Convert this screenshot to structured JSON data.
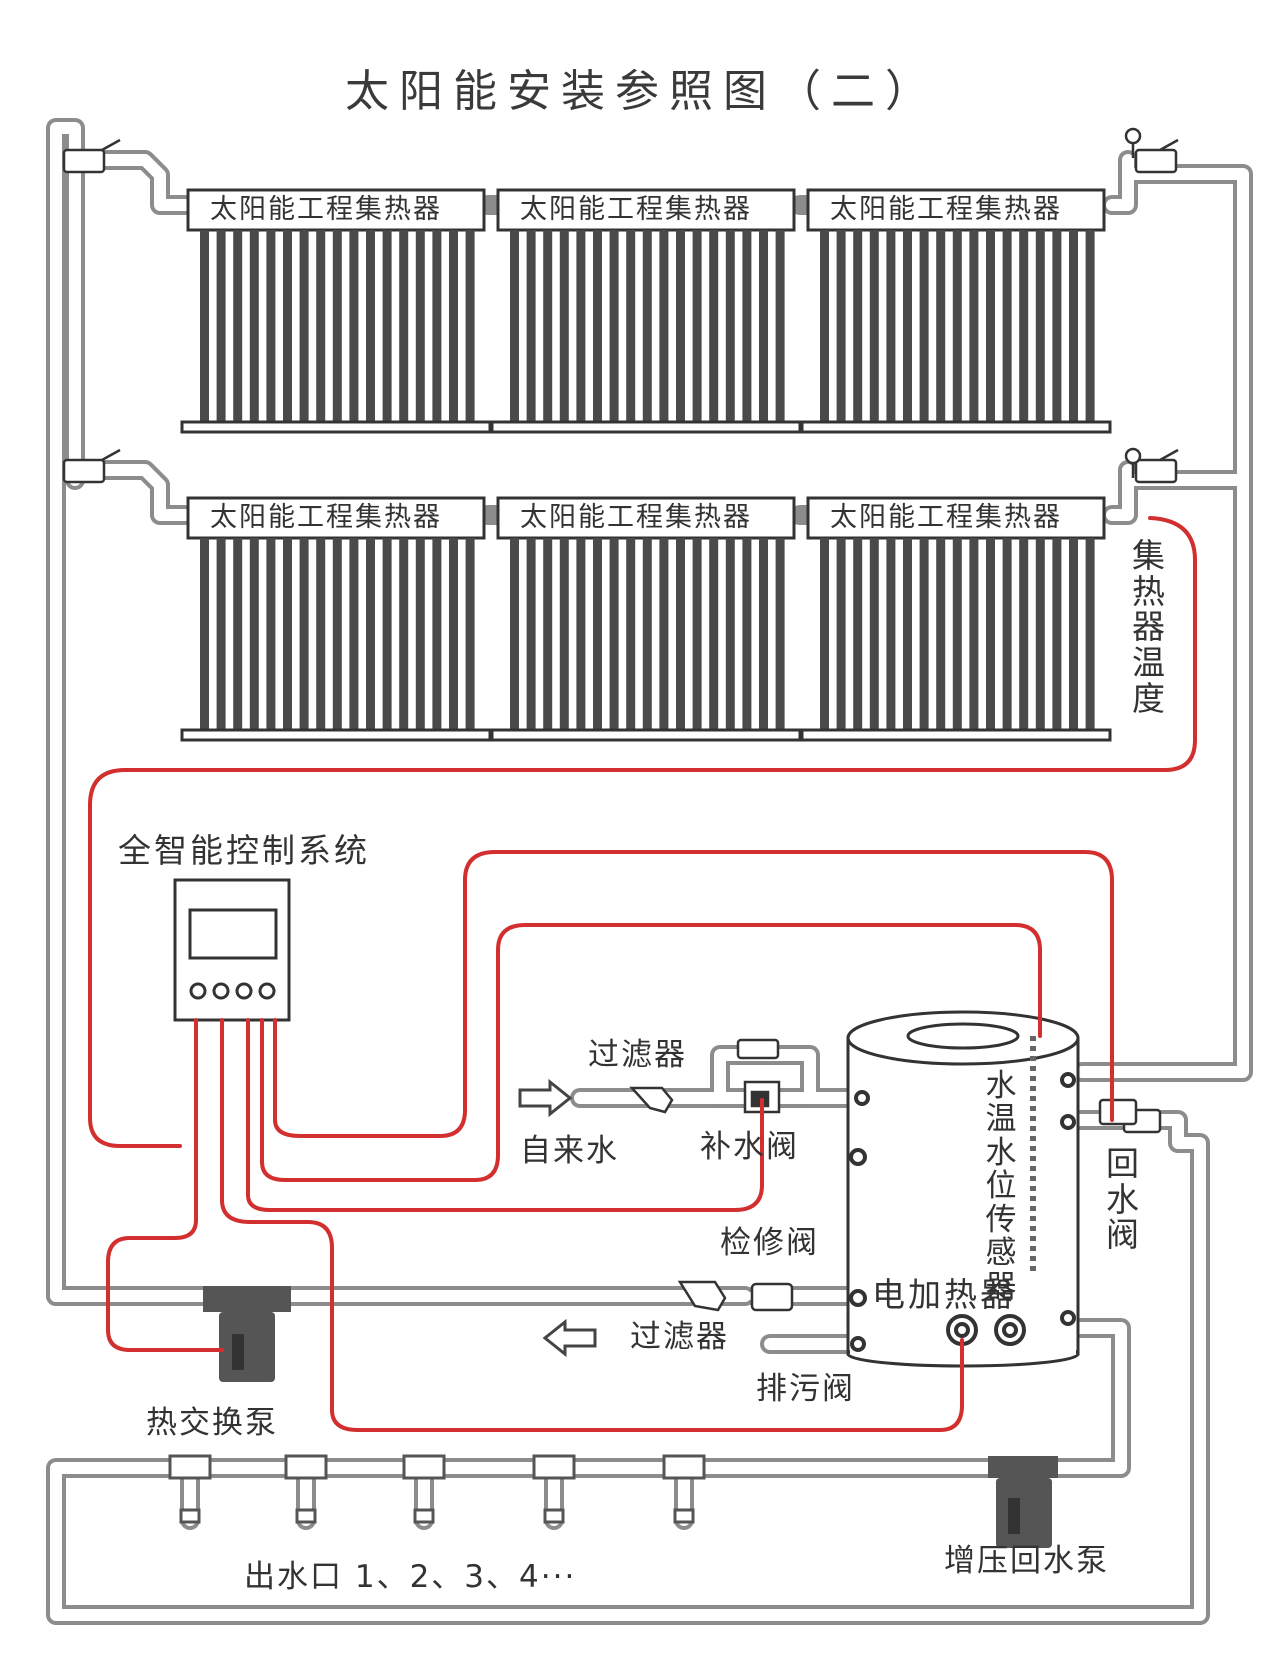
{
  "title": "太阳能安装参照图（二）",
  "collector_label": "太阳能工程集热器",
  "labels": {
    "controller": "全智能控制系统",
    "collector_temp": "集热器温度",
    "filter_in": "过滤器",
    "tap_water": "自来水",
    "makeup_valve": "补水阀",
    "sensor": "水温水位传感器",
    "return_valve": "回水阀",
    "service_valve": "检修阀",
    "electric_heater": "电加热器",
    "filter_out": "过滤器",
    "drain_valve": "排污阀",
    "heat_pump": "热交换泵",
    "booster_pump": "增压回水泵",
    "outlets": "出水口 1、2、3、4···"
  },
  "colors": {
    "pipe": "#9a9a9a",
    "frame": "#3a3a3a",
    "signal_wire": "#d32f2f",
    "pump": "#555555"
  }
}
